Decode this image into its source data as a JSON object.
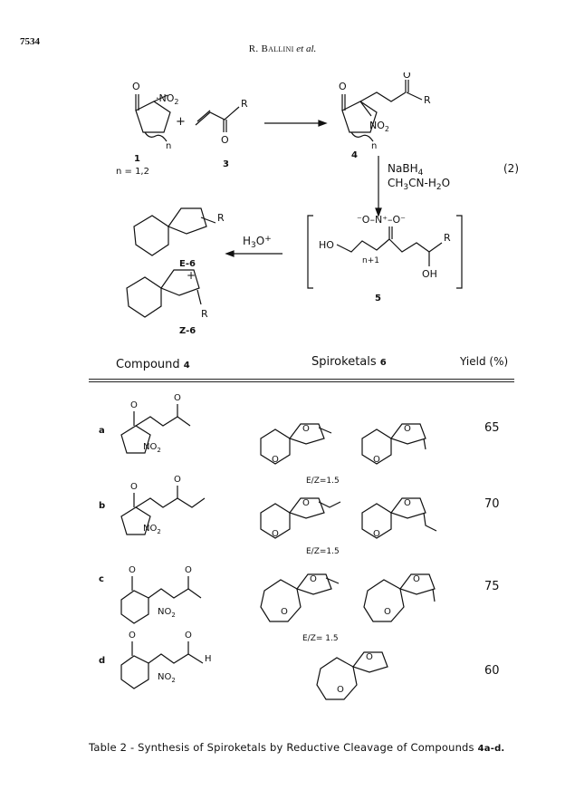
{
  "page_number": "7534",
  "running_head": {
    "authors_caps": "R. Ballini",
    "etal": "et al."
  },
  "scheme": {
    "equation_number": "(2)",
    "compound1": {
      "number": "1",
      "n_values": "n = 1,2",
      "substituent": "NO2"
    },
    "compound3": {
      "number": "3",
      "substituent": "R"
    },
    "compound4": {
      "number": "4",
      "substituent": "NO2",
      "r": "R"
    },
    "reagents_down": {
      "line1": "NaBH4",
      "line2": "CH3CN-H2O"
    },
    "compound5": {
      "number": "5",
      "ho": "HO",
      "oh": "OH",
      "r": "R",
      "n_plus_1": "n+1",
      "nitronate": "-O-N+-O-"
    },
    "reagent_left": "H3O+",
    "product_e": {
      "label": "E-6",
      "r": "R"
    },
    "product_z": {
      "label": "Z-6",
      "r": "R"
    },
    "plus": "+"
  },
  "table": {
    "headers": {
      "compound": "Compound",
      "compound_num": "4",
      "spiroketals": "Spiroketals",
      "spiroketals_num": "6",
      "yield": "Yield (%)"
    },
    "rows": [
      {
        "label": "a",
        "ez": "E/Z=1.5",
        "yield": "65"
      },
      {
        "label": "b",
        "ez": "E/Z=1.5",
        "yield": "70"
      },
      {
        "label": "c",
        "ez": "E/Z= 1.5",
        "yield": "75"
      },
      {
        "label": "d",
        "ez": "",
        "yield": "60"
      }
    ]
  },
  "caption": {
    "text": "Table 2 - Synthesis of Spiroketals by Reductive Cleavage of Compounds",
    "compounds": "4a-d."
  }
}
